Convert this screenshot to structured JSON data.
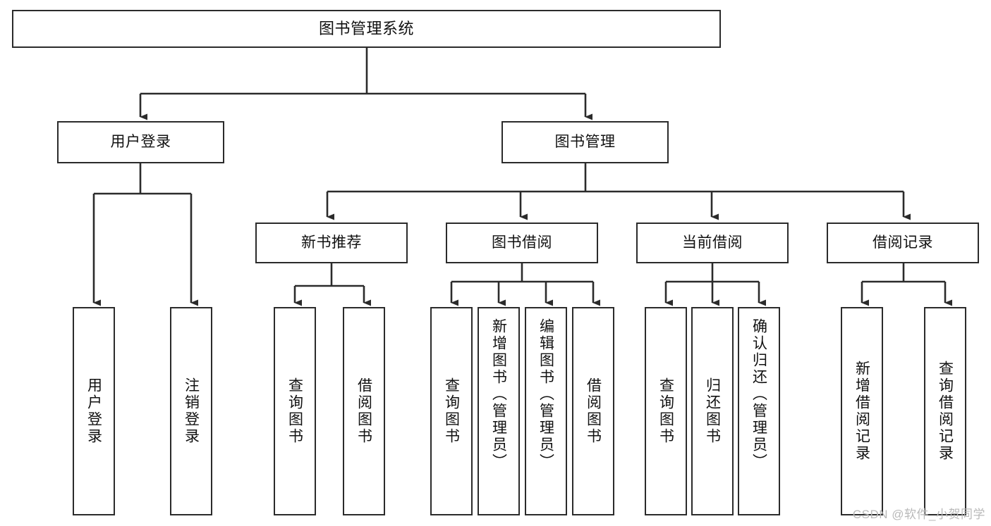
{
  "diagram": {
    "title": "图书管理系统",
    "type": "tree",
    "watermark": "CSDN @软件_小贺同学",
    "colors": {
      "background": "#ffffff",
      "node_fill": "#ffffff",
      "node_border": "#2b2b2b",
      "edge": "#2b2b2b",
      "text": "#111111",
      "watermark": "#b9b9b9"
    },
    "levels": {
      "root": {
        "label": "图书管理系统"
      },
      "level2": [
        {
          "label": "用户登录"
        },
        {
          "label": "图书管理"
        }
      ],
      "level3": [
        {
          "label": "新书推荐"
        },
        {
          "label": "图书借阅"
        },
        {
          "label": "当前借阅"
        },
        {
          "label": "借阅记录"
        }
      ],
      "leaves": {
        "user_login": [
          {
            "label": "用户登录"
          },
          {
            "label": "注销登录"
          }
        ],
        "new_book": [
          {
            "label": "查询图书"
          },
          {
            "label": "借阅图书"
          }
        ],
        "book_borrow": [
          {
            "label": "查询图书"
          },
          {
            "label": "新增图书（管理员）"
          },
          {
            "label": "编辑图书（管理员）"
          },
          {
            "label": "借阅图书"
          }
        ],
        "current_borrow": [
          {
            "label": "查询图书"
          },
          {
            "label": "归还图书"
          },
          {
            "label": "确认归还（管理员）"
          }
        ],
        "borrow_record": [
          {
            "label": "新增借阅记录"
          },
          {
            "label": "查询借阅记录"
          }
        ]
      }
    }
  }
}
